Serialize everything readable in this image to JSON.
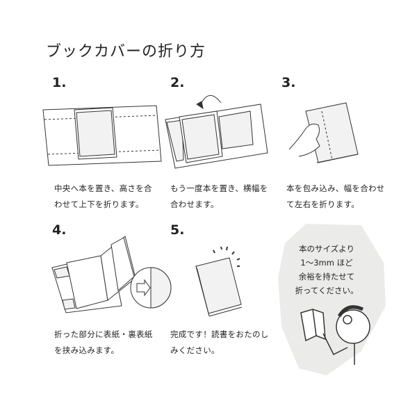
{
  "title": "ブックカバーの折り方",
  "steps": [
    {
      "number": "1.",
      "lines": [
        "中央へ本を置き、高さを合",
        "わせて上下を折ります。"
      ]
    },
    {
      "number": "2.",
      "lines": [
        "もう一度本を置き、横幅を",
        "合わせます。"
      ]
    },
    {
      "number": "3.",
      "lines": [
        "本を包み込み、幅を合わせ",
        "て左右を折ります。"
      ]
    },
    {
      "number": "4.",
      "lines": [
        "折った部分に表紙・裏表紙",
        "を挟み込みます。"
      ]
    },
    {
      "number": "5.",
      "lines": [
        "完成です！読書をおたのし",
        "みください。"
      ]
    }
  ],
  "note": {
    "lines": [
      "本のサイズより",
      "1〜3mm ほど",
      "余裕を持たせて",
      "折ってください。"
    ]
  },
  "colors": {
    "note_bg": "#ebebea",
    "line": "#333333",
    "fill": "#f2f2f2"
  }
}
